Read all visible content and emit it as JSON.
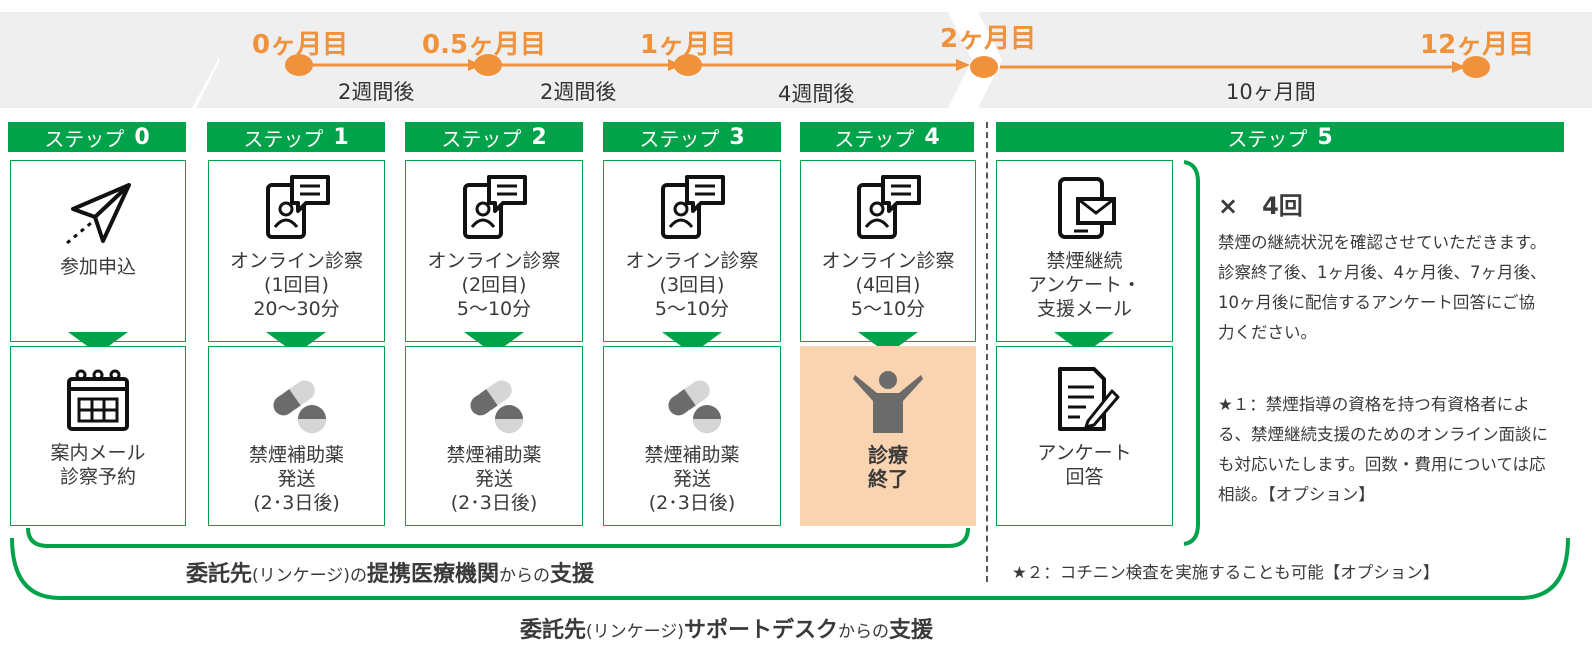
{
  "timeline": {
    "points": [
      {
        "label": "0ヶ月目"
      },
      {
        "label": "0.5ヶ月目"
      },
      {
        "label": "1ヶ月目"
      },
      {
        "label": "2ヶ月目"
      },
      {
        "label": "12ヶ月目"
      }
    ],
    "intervals": [
      {
        "label": "2週間後"
      },
      {
        "label": "2週間後"
      },
      {
        "label": "4週間後"
      },
      {
        "label": "10ヶ月間"
      }
    ]
  },
  "steps": [
    {
      "prefix": "ステップ",
      "num": "0"
    },
    {
      "prefix": "ステップ",
      "num": "1"
    },
    {
      "prefix": "ステップ",
      "num": "2"
    },
    {
      "prefix": "ステップ",
      "num": "3"
    },
    {
      "prefix": "ステップ",
      "num": "4"
    },
    {
      "prefix": "ステップ",
      "num": "5"
    }
  ],
  "top_cards": [
    {
      "icon": "paper-plane-icon",
      "text": "参加申込"
    },
    {
      "icon": "phone-chat-icon",
      "text": "オンライン診察\n(1回目)\n20〜30分"
    },
    {
      "icon": "phone-chat-icon",
      "text": "オンライン診察\n(2回目)\n5〜10分"
    },
    {
      "icon": "phone-chat-icon",
      "text": "オンライン診察\n(3回目)\n5〜10分"
    },
    {
      "icon": "phone-chat-icon",
      "text": "オンライン診察\n(4回目)\n5〜10分"
    },
    {
      "icon": "phone-mail-icon",
      "text": "禁煙継続\nアンケート・\n支援メール"
    }
  ],
  "bottom_cards": [
    {
      "icon": "calendar-icon",
      "text": "案内メール\n診察予約"
    },
    {
      "icon": "pill-icon",
      "text": "禁煙補助薬\n発送\n(2･3日後)"
    },
    {
      "icon": "pill-icon",
      "text": "禁煙補助薬\n発送\n(2･3日後)"
    },
    {
      "icon": "pill-icon",
      "text": "禁煙補助薬\n発送\n(2･3日後)"
    },
    {
      "icon": "celebrate-person-icon",
      "text": "診療\n終了"
    },
    {
      "icon": "document-pen-icon",
      "text": "アンケート\n回答"
    }
  ],
  "step5_note": {
    "times": "×　4回",
    "description": "禁煙の継続状況を確認させていただきます。診察終了後、1ヶ月後、4ヶ月後、7ヶ月後、10ヶ月後に配信するアンケート回答にご協力ください。",
    "star1": "★１：禁煙指導の資格を持つ有資格者による、禁煙継続支援のためのオンライン面談にも対応いたします。回数・費用については応相談。【オプション】",
    "star2": "★２：コチニン検査を実施することも可能【オプション】"
  },
  "support": {
    "inner": {
      "part1": "委託先",
      "part2": "(リンケージ)",
      "part3": "の",
      "part4": "提携医療機関",
      "part5": "からの",
      "part6": "支援"
    },
    "outer": {
      "part1": "委託先",
      "part2": "(リンケージ)",
      "part3": "サポートデスク",
      "part4": "からの",
      "part5": "支援"
    }
  },
  "colors": {
    "green": "#00a34a",
    "orange": "#f0913c",
    "highlight_fill": "#fad3b1",
    "band_fill": "#f0f0f0",
    "icon_gray": "#6b6b6b"
  }
}
